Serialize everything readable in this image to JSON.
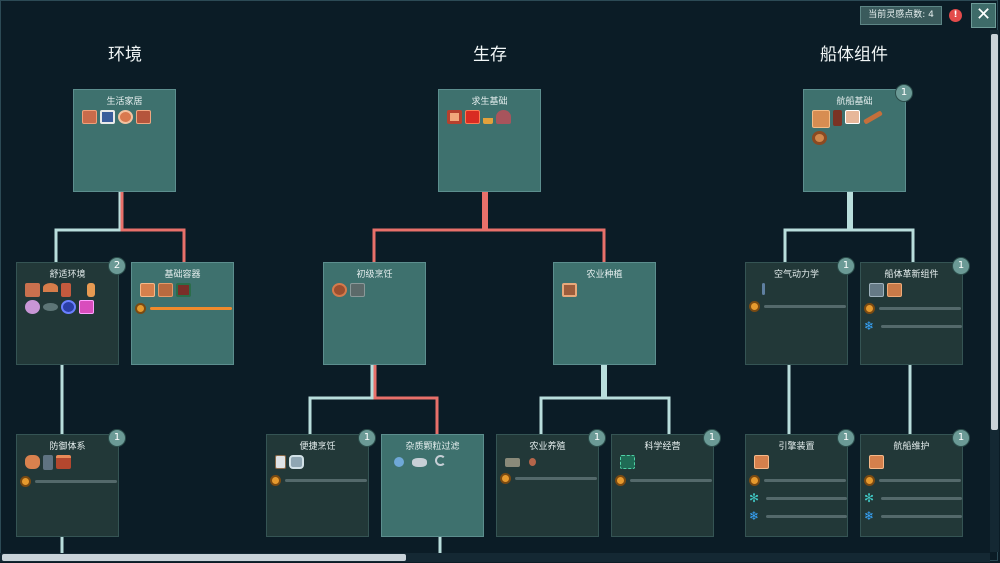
{
  "columns": [
    {
      "title": "环境"
    },
    {
      "title": "生存"
    },
    {
      "title": "船体组件"
    }
  ],
  "hud": {
    "points_label": "当前灵感点数: 4",
    "alert": "!",
    "close": "✕"
  },
  "colors": {
    "background": "#0b1c26",
    "node_unlocked": "#3e716e",
    "node_locked": "#223838",
    "link_active": "#e8706a",
    "link_inactive": "#b9dedc",
    "token_orange": "#e69a2e",
    "token_blue": "#38a7ff"
  },
  "nodes": [
    {
      "name": "生活家居",
      "badge": "",
      "icons": [
        "bed-icon",
        "fridge-icon",
        "rug-icon",
        "easel-icon"
      ],
      "requirements": []
    },
    {
      "name": "求生基础",
      "badge": "",
      "icons": [
        "hatch-icon",
        "ration-icon",
        "torch-icon",
        "campfire-icon"
      ],
      "requirements": []
    },
    {
      "name": "航船基础",
      "badge": "1",
      "icons": [
        "plank-icon",
        "anchor-icon",
        "sail-icon",
        "oar-icon",
        "rope-icon"
      ],
      "requirements": []
    },
    {
      "name": "舒适环境",
      "badge": "2",
      "icons": [
        "table-icon",
        "lamp-icon",
        "chair-icon",
        "bottle-icon",
        "plant-icon",
        "bowl-icon",
        "target-icon",
        "flower-icon"
      ],
      "requirements": []
    },
    {
      "name": "基础容器",
      "badge": "",
      "icons": [
        "chest-icon",
        "crate-icon",
        "cabinet-icon"
      ],
      "requirements": [
        {
          "token": "inspiration-token-icon",
          "progress": 1.0
        }
      ]
    },
    {
      "name": "初级烹饪",
      "badge": "",
      "icons": [
        "pot-icon",
        "stove-icon"
      ],
      "requirements": []
    },
    {
      "name": "农业种植",
      "badge": "",
      "icons": [
        "planter-icon"
      ],
      "requirements": []
    },
    {
      "name": "空气动力学",
      "badge": "1",
      "icons": [
        "pole-icon"
      ],
      "requirements": [
        {
          "token": "inspiration-token-icon",
          "progress": 0
        }
      ]
    },
    {
      "name": "船体革新组件",
      "badge": "1",
      "icons": [
        "panel-icon",
        "hull-icon"
      ],
      "requirements": [
        {
          "token": "inspiration-token-icon",
          "progress": 0
        },
        {
          "token": "snowflake-icon",
          "progress": 0
        }
      ]
    },
    {
      "name": "防御体系",
      "badge": "1",
      "icons": [
        "barricade-icon",
        "shield-icon",
        "turret-icon"
      ],
      "requirements": [
        {
          "token": "inspiration-token-icon",
          "progress": 0
        }
      ]
    },
    {
      "name": "便捷烹饪",
      "badge": "1",
      "icons": [
        "grinder-icon",
        "oven-icon"
      ],
      "requirements": [
        {
          "token": "inspiration-token-icon",
          "progress": 0
        }
      ]
    },
    {
      "name": "杂质颗粒过滤",
      "badge": "",
      "icons": [
        "filter-icon",
        "sieve-icon",
        "hook-icon"
      ],
      "requirements": []
    },
    {
      "name": "农业养殖",
      "badge": "1",
      "icons": [
        "trough-icon",
        "feeder-icon"
      ],
      "requirements": [
        {
          "token": "inspiration-token-icon",
          "progress": 0
        }
      ]
    },
    {
      "name": "科学经营",
      "badge": "1",
      "icons": [
        "seedbed-icon"
      ],
      "requirements": [
        {
          "token": "inspiration-token-icon",
          "progress": 0
        }
      ]
    },
    {
      "name": "引擎装置",
      "badge": "1",
      "icons": [
        "engine-icon"
      ],
      "requirements": [
        {
          "token": "inspiration-token-icon",
          "progress": 0
        },
        {
          "token": "fern-icon",
          "progress": 0
        },
        {
          "token": "snowflake-icon",
          "progress": 0
        }
      ]
    },
    {
      "name": "航船维护",
      "badge": "1",
      "icons": [
        "toolbox-icon"
      ],
      "requirements": [
        {
          "token": "inspiration-token-icon",
          "progress": 0
        },
        {
          "token": "fern-icon",
          "progress": 0
        },
        {
          "token": "snowflake-icon",
          "progress": 0
        }
      ]
    }
  ]
}
